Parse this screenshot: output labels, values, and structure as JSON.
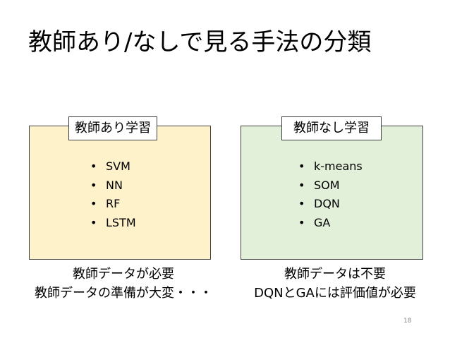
{
  "slide": {
    "title": "教師あり/なしで見る手法の分類",
    "page_number": "18"
  },
  "supervised": {
    "label": "教師あり学習",
    "methods": [
      "SVM",
      "NN",
      "RF",
      "LSTM"
    ],
    "notes": [
      "教師データが必要",
      "教師データの準備が大変・・・"
    ],
    "fill_color": "#fef2cb"
  },
  "unsupervised": {
    "label": "教師なし学習",
    "methods": [
      "k-means",
      "SOM",
      "DQN",
      "GA"
    ],
    "notes": [
      "教師データは不要",
      "DQNとGAには評価値が必要"
    ],
    "fill_color": "#e2efd9"
  }
}
